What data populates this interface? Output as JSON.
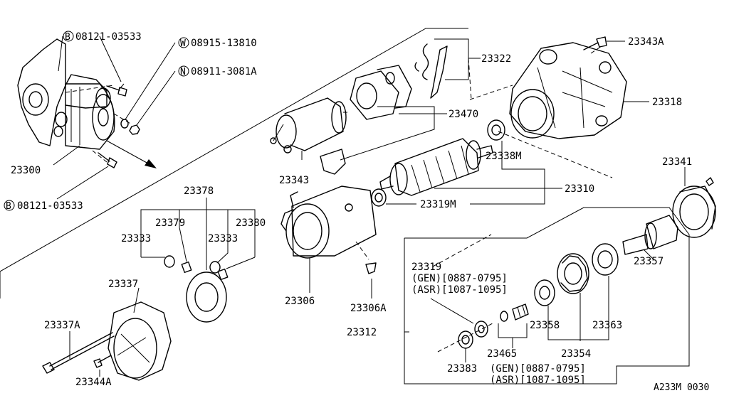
{
  "diagram": {
    "labels": {
      "b1": "08121-03533",
      "w1": "08915-13810",
      "n1": "08911-3081A",
      "p23300": "23300",
      "b2": "08121-03533",
      "p23343": "23343",
      "p23322": "23322",
      "p23343A": "23343A",
      "p23470": "23470",
      "p23318": "23318",
      "p23338M": "23338M",
      "p23310": "23310",
      "p23319M": "23319M",
      "p23341": "23341",
      "p23378": "23378",
      "p23379": "23379",
      "p23333a": "23333",
      "p23333b": "23333",
      "p23380": "23380",
      "p23357": "23357",
      "p23319": "23319",
      "gen1": "(GEN)[0887-0795]",
      "asr1": "(ASR)[1087-1095]",
      "p23337": "23337",
      "p23306": "23306",
      "p23306A": "23306A",
      "p23337A": "23337A",
      "p23312": "23312",
      "p23358": "23358",
      "p23363": "23363",
      "p23465": "23465",
      "p23354": "23354",
      "p23344A": "23344A",
      "p23383": "23383",
      "gen2": "(GEN)[0887-0795]",
      "asr2": "(ASR)[1087-1095]",
      "diagram_code": "A233M 0030"
    },
    "circle_codes": {
      "b": "B",
      "w": "W",
      "n": "N"
    }
  }
}
